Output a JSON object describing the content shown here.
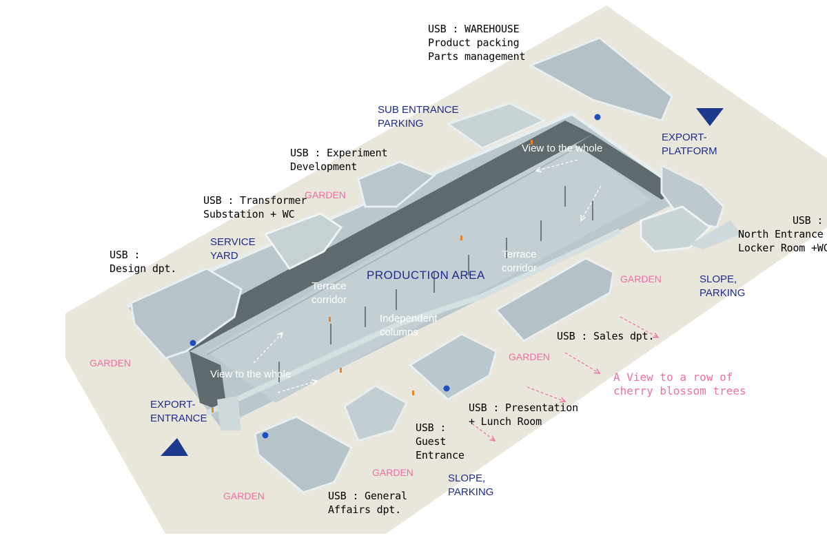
{
  "labels": {
    "warehouse": "USB : WAREHOUSE\nProduct packing\nParts management",
    "sub_entrance": "SUB ENTRANCE\nPARKING",
    "export_platform": "EXPORT-\nPLATFORM",
    "north_entrance": "USB :\nNorth Entrance\nLocker Room +WC",
    "experiment": "USB : Experiment\nDevelopment",
    "transformer": "USB : Transformer\nSubstation + WC",
    "garden_top": "GARDEN",
    "service_yard": "SERVICE\nYARD",
    "design": "USB :\nDesign dpt.",
    "production_area": "PRODUCTION AREA",
    "terrace_left": "Terrace\ncorridor",
    "terrace_right": "Terrace\ncorridor",
    "independent_columns": "Independent\ncolumns",
    "view_whole_top": "View to the whole",
    "view_whole_bottom": "View to the whole",
    "garden_right": "GARDEN",
    "slope_parking_right": "SLOPE,\nPARKING",
    "sales": "USB : Sales dpt.",
    "garden_mid": "GARDEN",
    "cherry_view": "A View to a row of\ncherry blossom trees",
    "presentation": "USB : Presentation\n+ Lunch Room",
    "guest": "USB :\nGuest\nEntrance",
    "slope_parking_bottom": "SLOPE,\nPARKING",
    "garden_bottom_mid": "GARDEN",
    "general_affairs": "USB : General\nAffairs dpt.",
    "garden_bottom_left": "GARDEN",
    "export_entrance": "EXPORT-\nENTRANCE",
    "garden_left": "GARDEN"
  },
  "colors": {
    "ground": "#e9e6dc",
    "floor": "#b9c6cb",
    "wall": "#dfe8ea",
    "corridor": "#5d686c",
    "navy": "#1e2b8c",
    "pink": "#ee6f9f",
    "orange": "#e8842a"
  }
}
